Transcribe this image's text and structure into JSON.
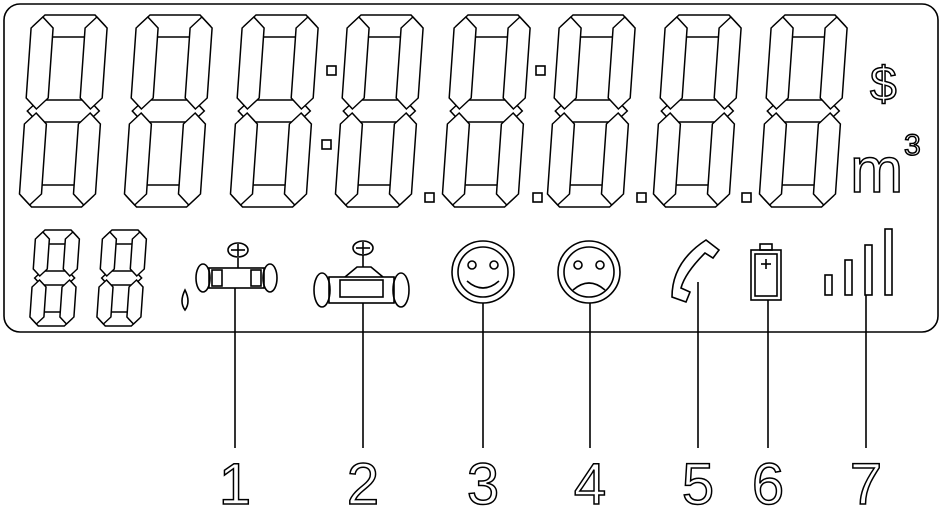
{
  "display": {
    "main_digit_count": 8,
    "small_digit_count": 2,
    "currency_symbol": "$",
    "unit": "m",
    "unit_exponent": "3"
  },
  "callouts": [
    {
      "label": "1",
      "icon": "valve-open-with-drop-icon"
    },
    {
      "label": "2",
      "icon": "valve-closed-icon"
    },
    {
      "label": "3",
      "icon": "smiley-happy-icon"
    },
    {
      "label": "4",
      "icon": "smiley-sad-icon"
    },
    {
      "label": "5",
      "icon": "phone-handset-icon"
    },
    {
      "label": "6",
      "icon": "battery-icon"
    },
    {
      "label": "7",
      "icon": "signal-strength-icon"
    }
  ],
  "colors": {
    "stroke": "#000000",
    "background": "#ffffff"
  }
}
